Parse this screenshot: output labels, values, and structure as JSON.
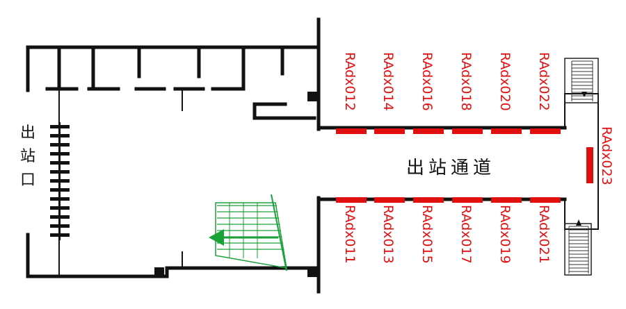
{
  "colors": {
    "wall": "#111111",
    "door_marker": "#e01010",
    "label": "#e01010",
    "exit_stair": "#1aa13a",
    "stair": "#222222"
  },
  "corridor_title": "出站通道",
  "exit_label": "出站口",
  "top_doors": [
    "RAdx012",
    "RAdx014",
    "RAdx016",
    "RAdx018",
    "RAdx020",
    "RAdx022"
  ],
  "bottom_doors": [
    "RAdx011",
    "RAdx013",
    "RAdx015",
    "RAdx017",
    "RAdx019",
    "RAdx021"
  ],
  "end_door": "RAdx023",
  "icons": {
    "exit_arrow": "left-arrow-icon",
    "stair_up": "up-arrow-icon",
    "stair_down": "down-arrow-icon"
  }
}
